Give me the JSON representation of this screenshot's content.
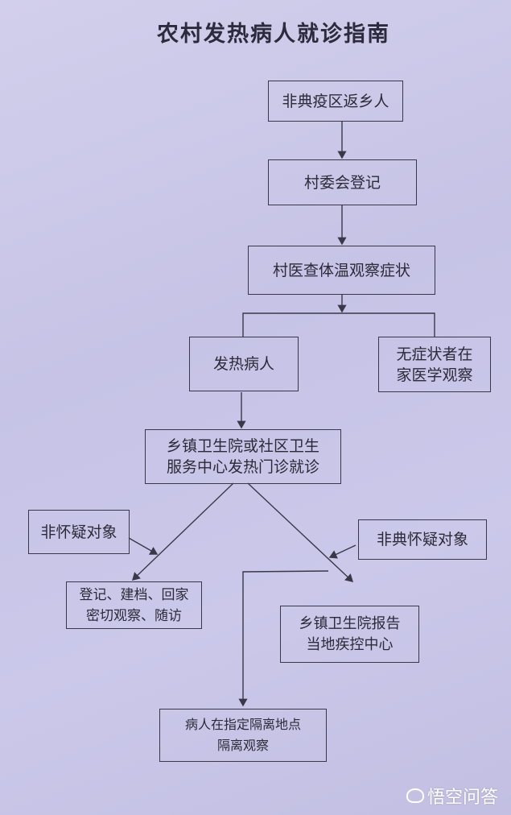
{
  "title": "农村发热病人就诊指南",
  "nodes": {
    "returnee": "非典疫区返乡人",
    "register": "村委会登记",
    "doctor_check": "村医查体温观察症状",
    "fever_patient": "发热病人",
    "asymptomatic": "无症状者在\n家医学观察",
    "clinic": "乡镇卫生院或社区卫生\n服务中心发热门诊就诊",
    "non_suspect": "非怀疑对象",
    "sars_suspect": "非典怀疑对象",
    "follow_up": "登记、建档、回家\n密切观察、随访",
    "report": "乡镇卫生院报告\n当地疾控中心",
    "isolation": "病人在指定隔离地点\n隔离观察"
  },
  "watermark": "悟空问答"
}
